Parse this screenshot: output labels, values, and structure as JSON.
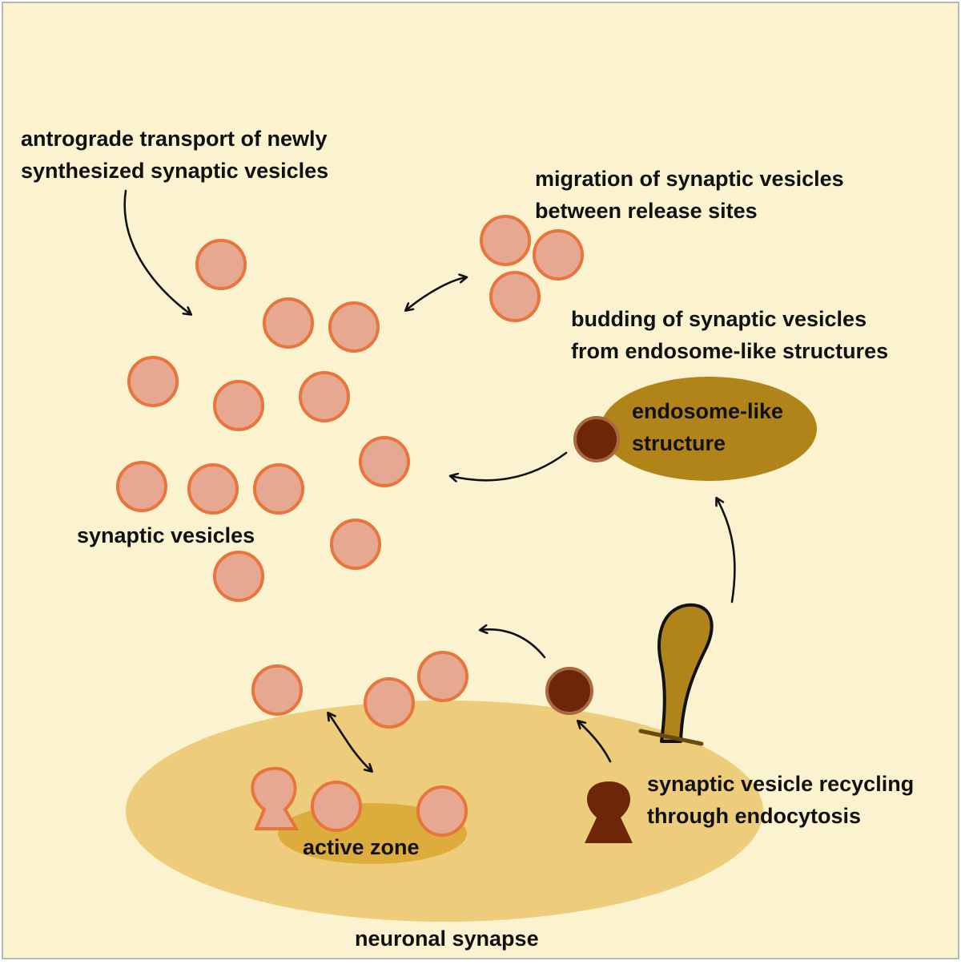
{
  "colors": {
    "background": "#fbf3d0",
    "frame": "#b8b8b8",
    "synapse": "#edcd7c",
    "active_zone": "#dcad3c",
    "vesicle_fill": "#e6a890",
    "vesicle_stroke": "#e8753c",
    "endosome": "#b08419",
    "recycled_vesicle": "#6e2608"
  },
  "labels": {
    "antrograde_line1": "antrograde transport of newly",
    "antrograde_line2": "synthesized synaptic vesicles",
    "migration_line1": "migration of synaptic vesicles",
    "migration_line2": "between release sites",
    "budding_line1": "budding of synaptic vesicles",
    "budding_line2": "from endosome-like structures",
    "endosome_line1": "endosome-like",
    "endosome_line2": "structure",
    "synaptic_vesicles": "synaptic vesicles",
    "recycling_line1": "synaptic vesicle recycling",
    "recycling_line2": "through endocytosis",
    "active_zone": "active zone",
    "neuronal_synapse": "neuronal synapse"
  }
}
